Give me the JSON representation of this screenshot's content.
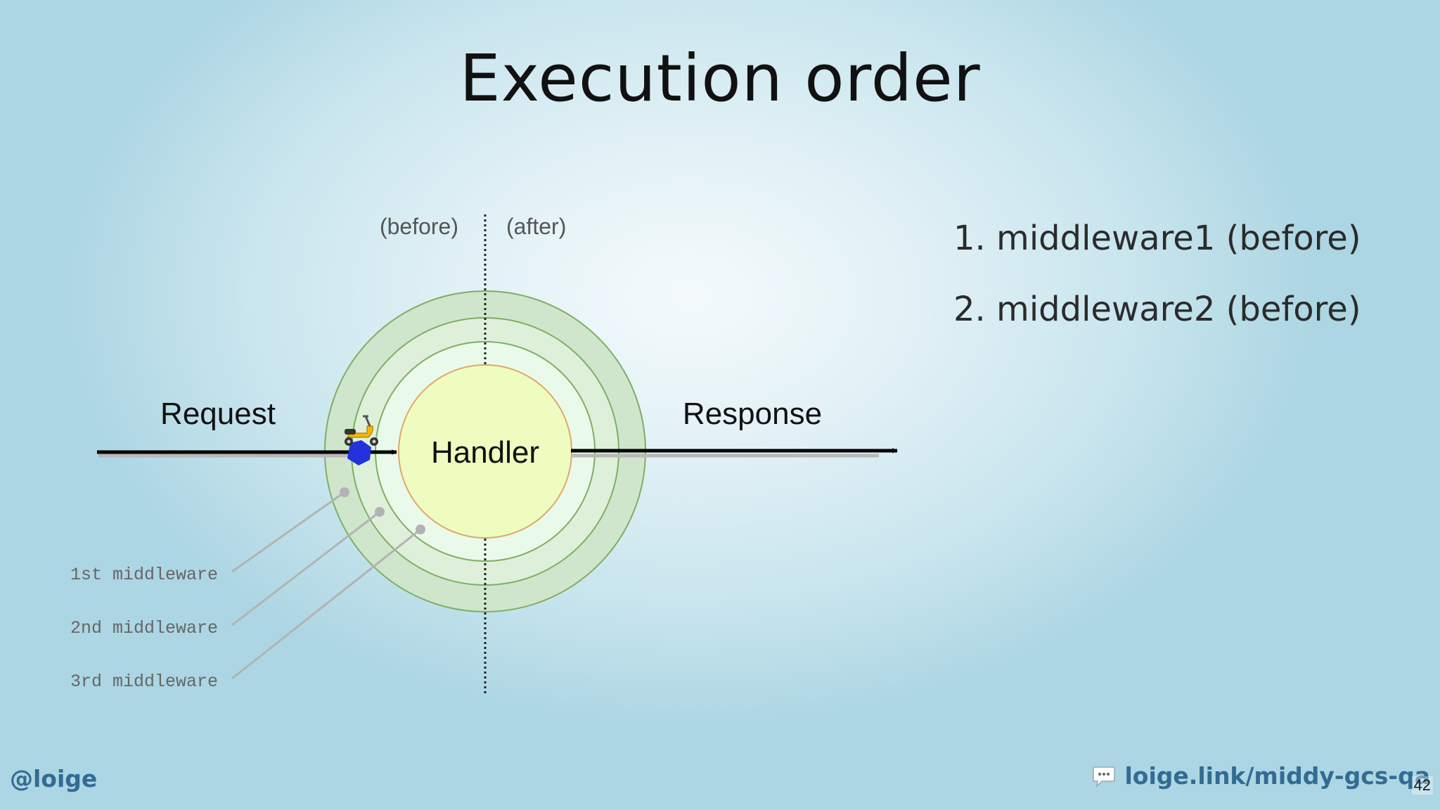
{
  "slide": {
    "title": "Execution order"
  },
  "diagram": {
    "before_label": "(before)",
    "after_label": "(after)",
    "request_label": "Request",
    "response_label": "Response",
    "handler_label": "Handler",
    "layer_labels": [
      "1st middleware",
      "2nd middleware",
      "3rd middleware"
    ],
    "colors": {
      "handler_fill": "#eefcbf",
      "handler_stroke": "#e0a86a",
      "outer_ring": "#cfe6cc",
      "middle_ring": "#def0da",
      "inner_ring": "#eafaea",
      "ring_stroke": "#7fae62",
      "arrow": "#000000",
      "pointer_line": "#b3b3b3",
      "request_token": "#2233dd"
    },
    "token_icon": "scooter-icon"
  },
  "steps": [
    "1. middleware1 (before)",
    "2. middleware2 (before)"
  ],
  "footer": {
    "handle": "@loige",
    "link": "loige.link/middy-gcs-qa",
    "link_icon": "chat-bubble-icon",
    "page_number": "42"
  }
}
